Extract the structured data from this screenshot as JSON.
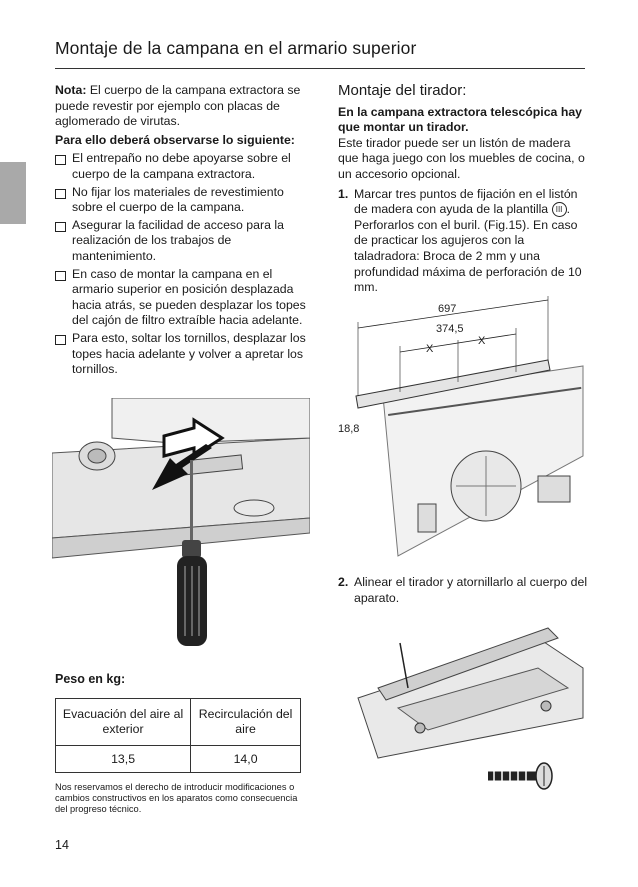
{
  "header": {
    "title": "Montaje de la campana en el armario superior"
  },
  "left": {
    "note_label": "Nota:",
    "note_text": " El cuerpo de la campana extractora se puede revestir por ejemplo con placas de aglomerado de virutas.",
    "observe_heading": "Para ello deberá observarse lo siguiente:",
    "checklist": [
      "El entrepaño no debe apoyarse sobre el cuerpo de la campana extractora.",
      "No fijar los materiales de revestimiento sobre el cuerpo de la campana.",
      "Asegurar la facilidad de acceso para la realización de los trabajos de mantenimiento.",
      "En caso de montar la campana en el armario superior en posición desplazada hacia atrás, se pueden desplazar los topes del cajón de filtro extraíble hacia adelante.",
      "Para esto, soltar los tornillos, desplazar los topes hacia adelante y volver a apretar los tornillos."
    ]
  },
  "weights": {
    "label": "Peso en kg:",
    "headers": [
      "Evacuación del aire al exterior",
      "Recirculación del aire"
    ],
    "values": [
      "13,5",
      "14,0"
    ]
  },
  "footnote": "Nos reservamos el derecho de introducir modificaciones o cambios constructivos en los aparatos como consecuencia del progreso técnico.",
  "page_number": "14",
  "right": {
    "heading": "Montaje del tirador:",
    "subheading": "En la campana extractora telescópica hay que montar un tirador.",
    "intro": "Este tirador puede ser un listón de madera que haga juego con los muebles de cocina, o un accesorio opcional.",
    "steps": [
      {
        "num": "1.",
        "text_a": "Marcar tres puntos de fijación en el listón de madera con ayuda de la plantilla",
        "symbol": "III",
        "text_b": ". Perforarlos con el buril. (Fig.15). En caso de practicar los agujeros con la taladradora: Broca de 2 mm y una profundidad máxima de perforación de 10 mm."
      },
      {
        "num": "2.",
        "text_a": "Alinear el tirador y atornillarlo al cuerpo del aparato."
      }
    ]
  },
  "figure": {
    "dim_total": "697",
    "dim_inner": "374,5",
    "dim_x1": "X",
    "dim_x2": "X",
    "dim_side": "18,8"
  }
}
